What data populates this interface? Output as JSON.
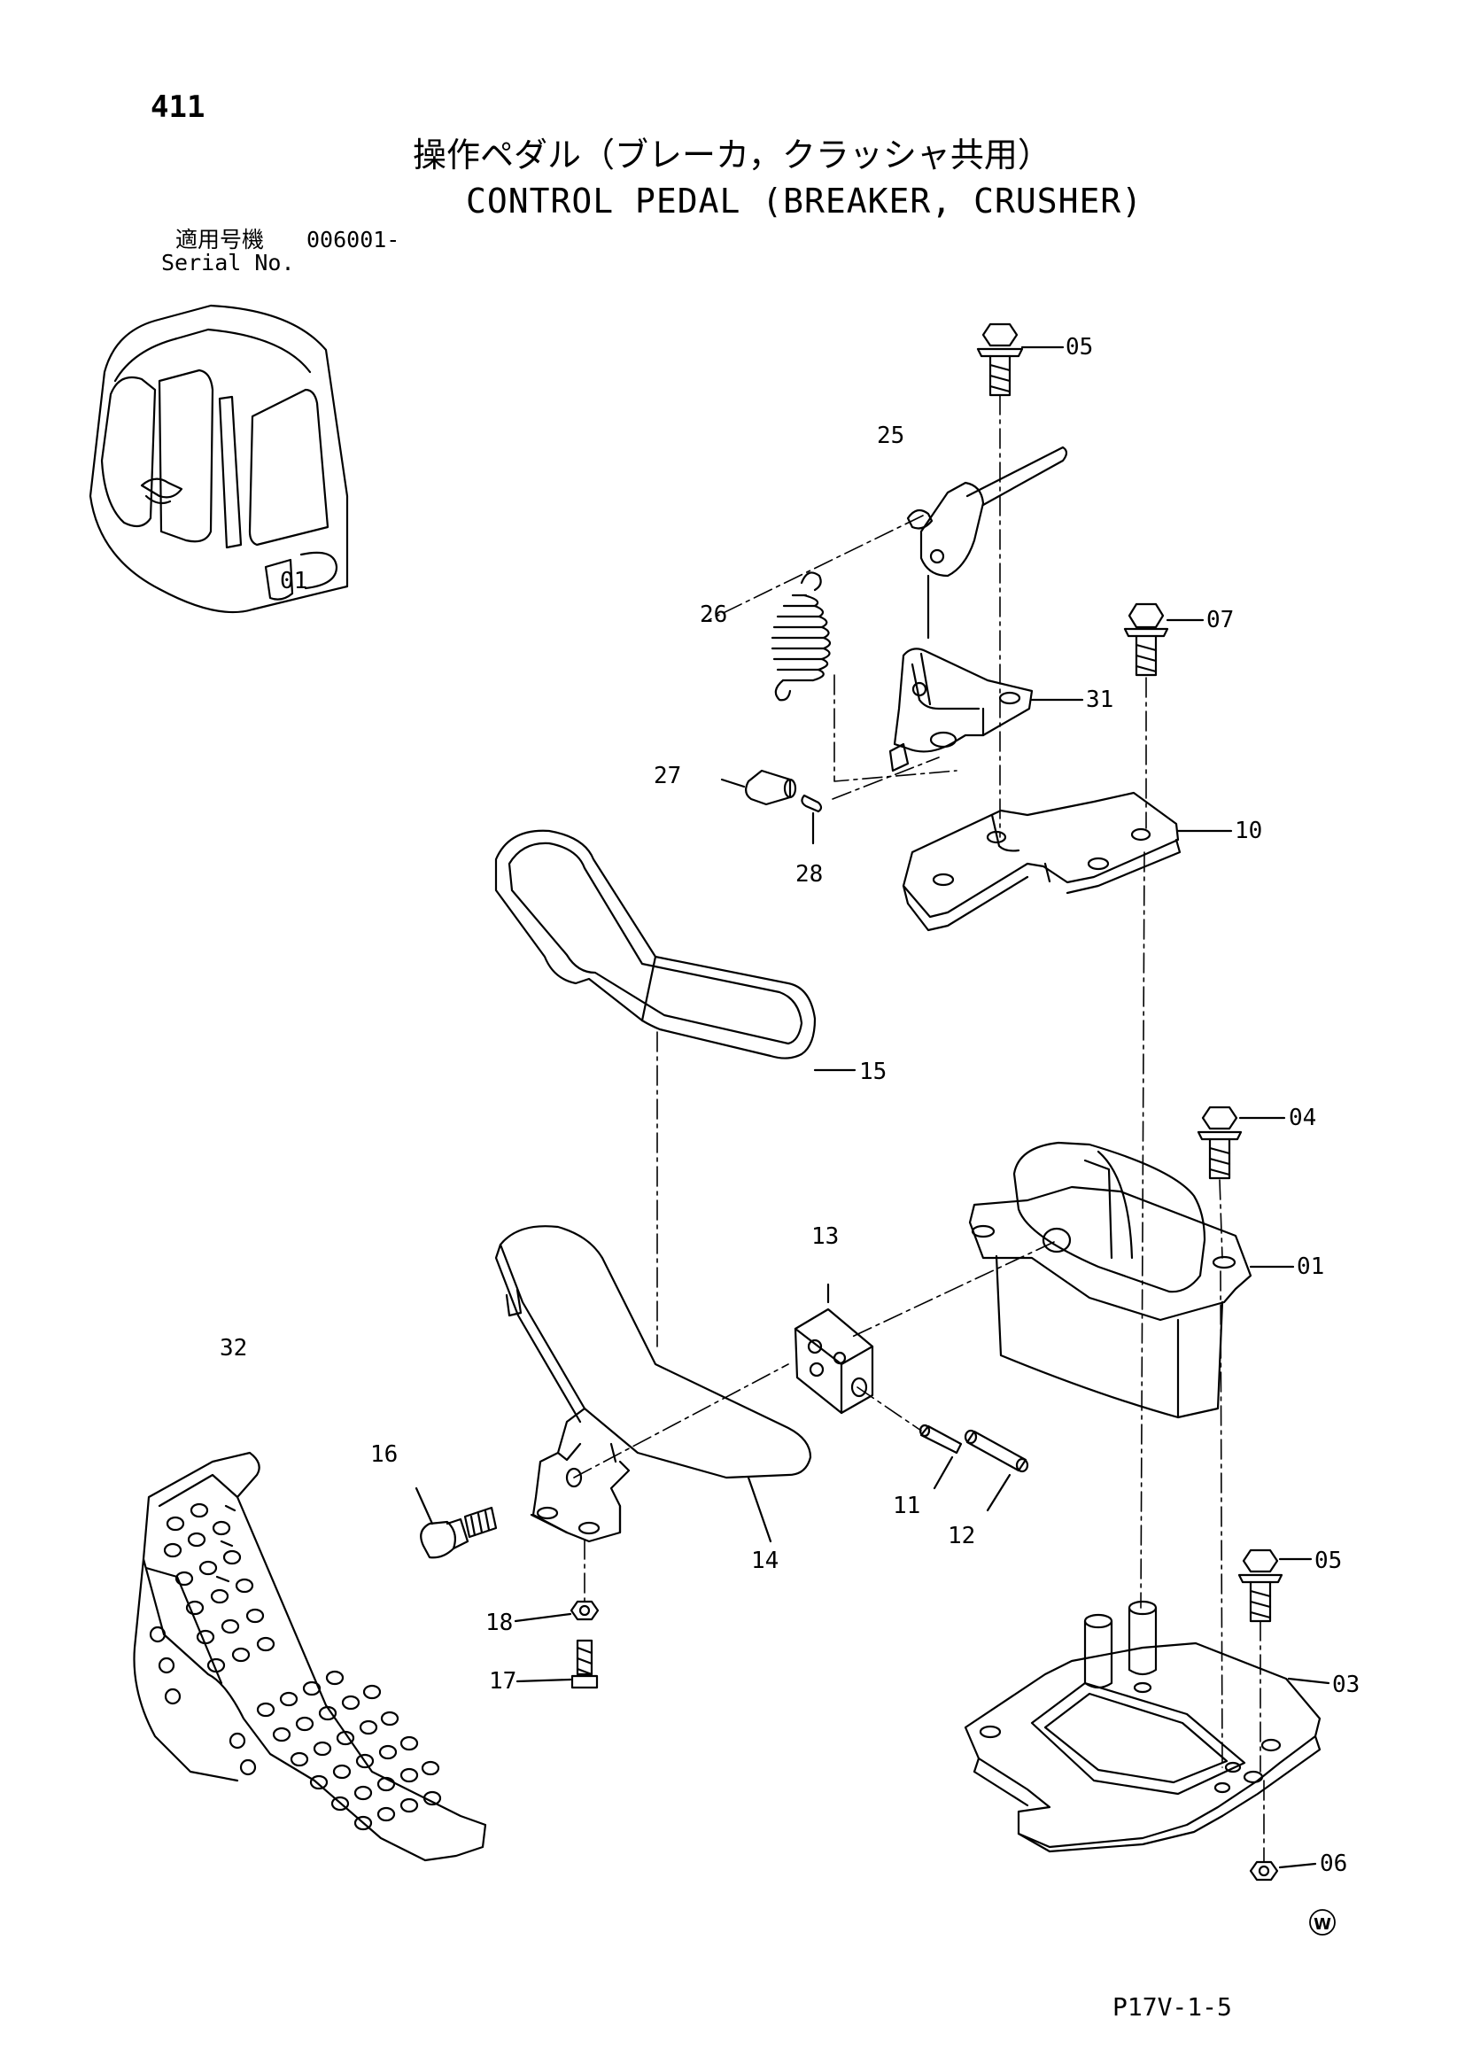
{
  "header": {
    "page_number": "411",
    "title_ja": "操作ペダル（ブレーカ，クラッシャ共用）",
    "title_en": "CONTROL PEDAL (BREAKER, CRUSHER)",
    "serial_label_ja": "適用号機",
    "serial_value": "006001-",
    "serial_label_en": "Serial No."
  },
  "footer": {
    "page_code": "P17V-1-5",
    "mark": "W"
  },
  "cab_icon": {
    "label": "01"
  },
  "callouts": {
    "c05a": "05",
    "c25": "25",
    "c26": "26",
    "c07": "07",
    "c31": "31",
    "c27": "27",
    "c28": "28",
    "c10": "10",
    "c15": "15",
    "c04": "04",
    "c01": "01",
    "c13": "13",
    "c32": "32",
    "c16": "16",
    "c11": "11",
    "c12": "12",
    "c14": "14",
    "c05b": "05",
    "c18": "18",
    "c17": "17",
    "c03": "03",
    "c06": "06"
  }
}
